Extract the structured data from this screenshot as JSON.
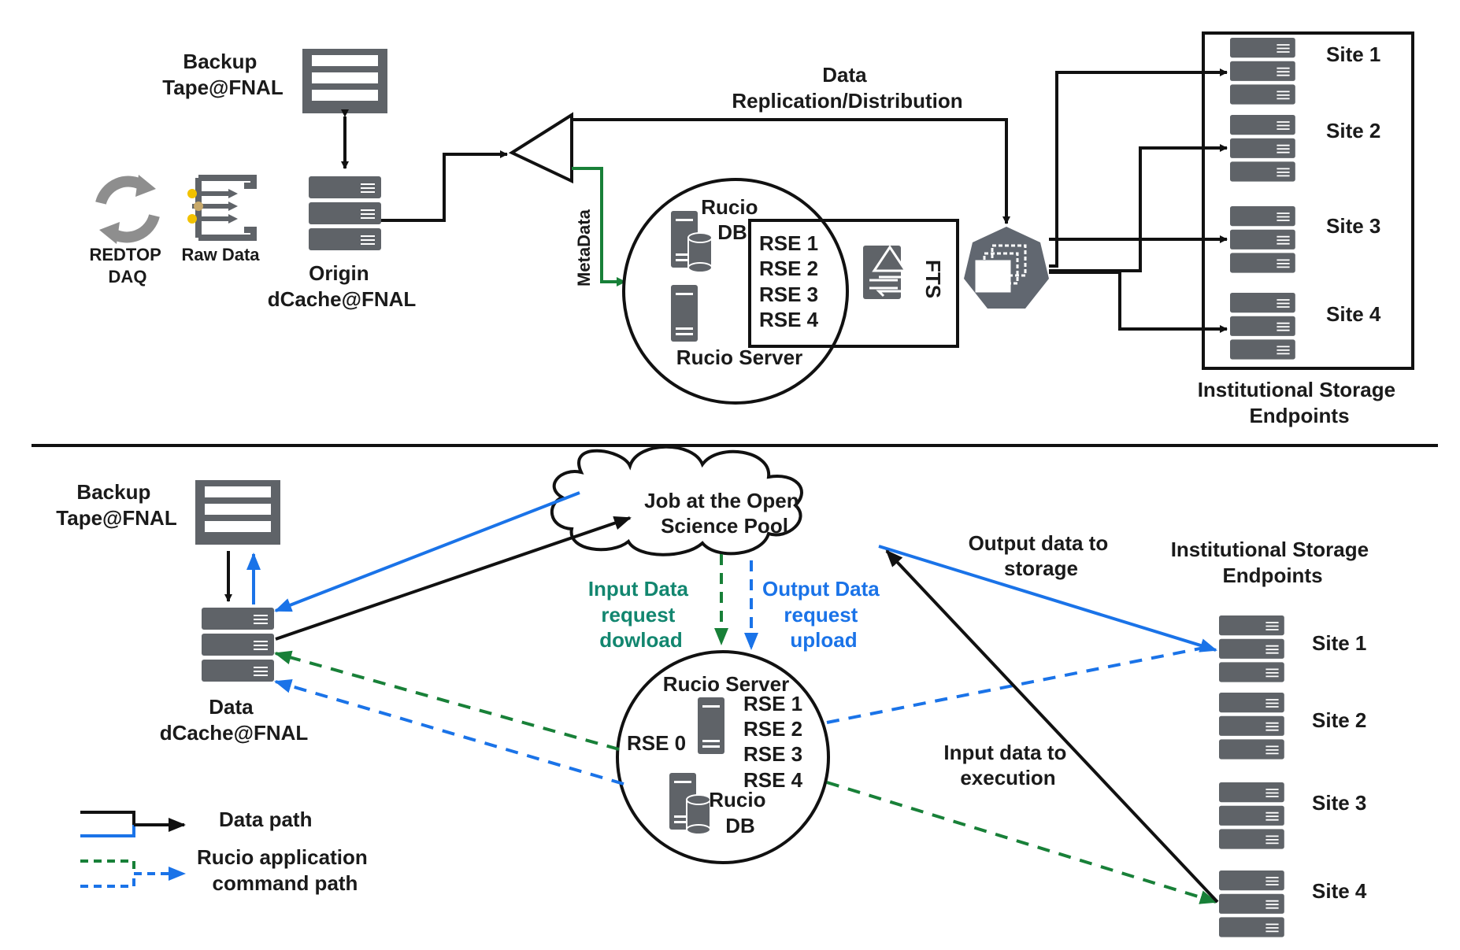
{
  "top": {
    "backup": [
      "Backup",
      "Tape@FNAL"
    ],
    "redtop": [
      "REDTOP",
      "DAQ"
    ],
    "raw_data": "Raw Data",
    "origin": [
      "Origin",
      "dCache@FNAL"
    ],
    "replication": [
      "Data",
      "Replication/Distribution"
    ],
    "metadata": "MetaData",
    "rucio_db": [
      "Rucio",
      "DB"
    ],
    "rse_list": [
      "RSE 1",
      "RSE 2",
      "RSE 3",
      "RSE 4"
    ],
    "fts": "FTS",
    "rucio_server": "Rucio Server",
    "sites": [
      "Site 1",
      "Site 2",
      "Site 3",
      "Site 4"
    ],
    "storage": [
      "Institutional Storage",
      "Endpoints"
    ]
  },
  "bottom": {
    "backup": [
      "Backup",
      "Tape@FNAL"
    ],
    "data_dcache": [
      "Data",
      "dCache@FNAL"
    ],
    "job": [
      "Job at the Open",
      "Science Pool"
    ],
    "input_request": [
      "Input Data",
      "request",
      "dowload"
    ],
    "output_request": [
      "Output Data",
      "request",
      "upload"
    ],
    "output_to_storage": [
      "Output data to",
      "storage"
    ],
    "input_to_execution": [
      "Input data to",
      "execution"
    ],
    "rucio_server": "Rucio Server",
    "rse0": "RSE 0",
    "rse_list": [
      "RSE 1",
      "RSE 2",
      "RSE 3",
      "RSE 4"
    ],
    "rucio_db": [
      "Rucio",
      "DB"
    ],
    "storage": [
      "Institutional Storage",
      "Endpoints"
    ],
    "sites": [
      "Site 1",
      "Site 2",
      "Site 3",
      "Site 4"
    ]
  },
  "legend": {
    "data_path": "Data path",
    "command_path": [
      "Rucio application",
      "command path"
    ]
  },
  "colors": {
    "server": "#5f6368",
    "blue": "#1a73e8",
    "green": "#188038",
    "teal_text": "#12866f",
    "black": "#111111",
    "hex_node": "#616770"
  }
}
